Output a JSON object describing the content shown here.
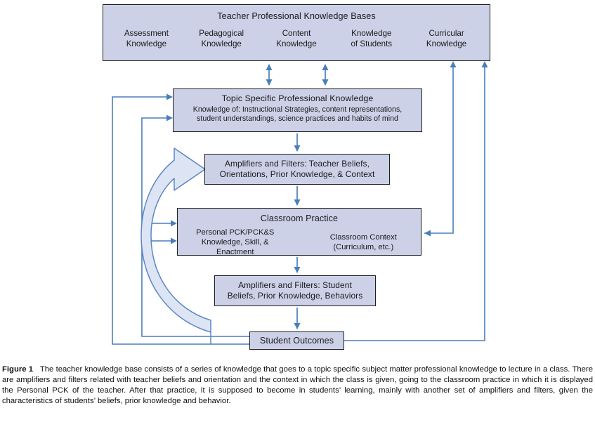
{
  "figure": {
    "label": "Figure 1",
    "caption": "The teacher knowledge base consists of a series of knowledge that goes to a topic specific subject matter professional knowledge to lecture in a class. There are amplifiers and filters related with teacher beliefs and orientation and the context in which the class is given, going to the classroom practice in which it is displayed the Personal PCK of the teacher. After that practice, it is supposed to become in students’ learning, mainly with another set of amplifiers and filters, given the characteristics of students’ beliefs, prior knowledge and behavior."
  },
  "colors": {
    "node_fill": "#ccd1e8",
    "node_border": "#1d1d1d",
    "arrow_stroke": "#3f6fa8",
    "arrow_fill": "#4a7ebb",
    "block_arrow_fill": "#dde4f3",
    "block_arrow_stroke": "#5b86c4",
    "page_background": "#ffffff"
  },
  "nodes": {
    "knowledge_bases": {
      "title": "Teacher Professional Knowledge Bases",
      "columns": [
        {
          "line1": "Assessment",
          "line2": "Knowledge"
        },
        {
          "line1": "Pedagogical",
          "line2": "Knowledge"
        },
        {
          "line1": "Content",
          "line2": "Knowledge"
        },
        {
          "line1": "Knowledge",
          "line2": "of Students"
        },
        {
          "line1": "Curricular",
          "line2": "Knowledge"
        }
      ]
    },
    "topic_specific": {
      "title": "Topic Specific Professional Knowledge",
      "sub_line1": "Knowledge of: Instructional Strategies, content representations,",
      "sub_line2": "student understandings, science practices and habits of mind"
    },
    "amplifiers_teacher": {
      "line1": "Amplifiers and Filters: Teacher Beliefs,",
      "line2": "Orientations, Prior Knowledge, & Context"
    },
    "classroom_practice": {
      "title": "Classroom Practice",
      "left_line1": "Personal PCK/PCK&S",
      "left_line2": "Knowledge, Skill, & Enactment",
      "right_line1": "Classroom Context",
      "right_line2": "(Curriculum, etc.)"
    },
    "amplifiers_student": {
      "line1": "Amplifiers and Filters: Student",
      "line2": "Beliefs, Prior Knowledge, Behaviors"
    },
    "student_outcomes": {
      "title": "Student Outcomes"
    }
  },
  "connectors": [
    {
      "name": "kb-to-tspk-left",
      "type": "double-arrow-vertical"
    },
    {
      "name": "kb-to-tspk-right",
      "type": "double-arrow-vertical"
    },
    {
      "name": "tspk-to-af-teacher",
      "type": "arrow-down"
    },
    {
      "name": "af-teacher-to-cp",
      "type": "arrow-down"
    },
    {
      "name": "cp-to-af-student",
      "type": "arrow-down"
    },
    {
      "name": "af-student-to-so",
      "type": "arrow-down"
    },
    {
      "name": "cp-internal-pck-context",
      "type": "double-arrow-horizontal"
    },
    {
      "name": "cp-to-kb-feedback",
      "type": "arrow-up-elbow"
    },
    {
      "name": "so-to-kb-feedback",
      "type": "arrow-up-elbow"
    },
    {
      "name": "so-to-tspk-feedback-outer",
      "type": "arrow-left-elbow"
    },
    {
      "name": "so-to-tspk-feedback-inner",
      "type": "arrow-left-elbow"
    },
    {
      "name": "so-to-cp-feedback-upper",
      "type": "arrow-left-elbow"
    },
    {
      "name": "so-to-cp-feedback-lower",
      "type": "arrow-left-elbow"
    },
    {
      "name": "so-to-af-teacher-block-arrow",
      "type": "curved-block-arrow"
    }
  ]
}
